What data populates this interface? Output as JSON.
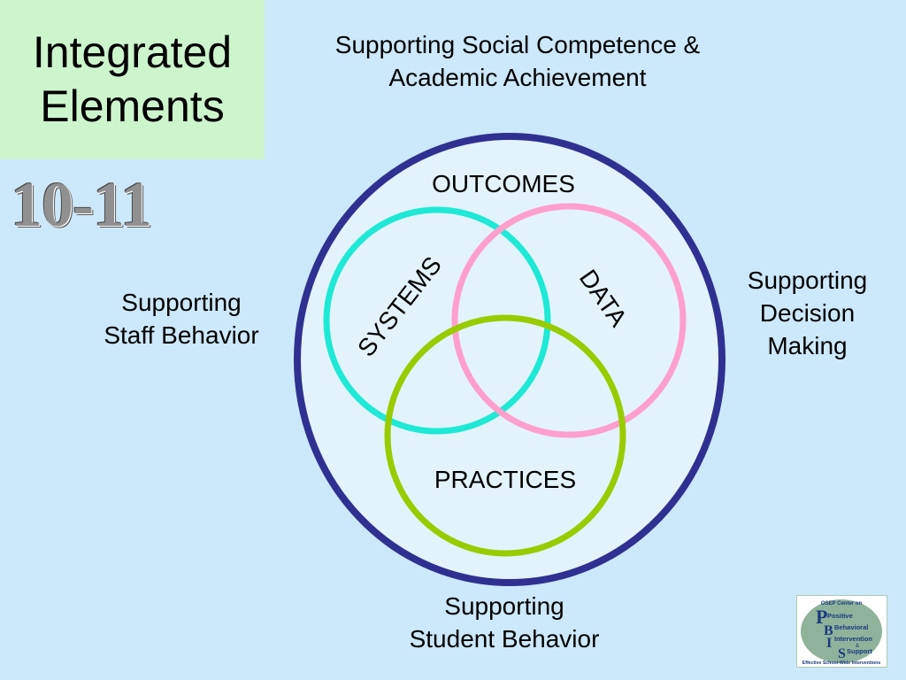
{
  "title": {
    "line1": "Integrated",
    "line2": "Elements"
  },
  "code_label": "10-11",
  "captions": {
    "top_line1": "Supporting Social Competence &",
    "top_line2": "Academic Achievement",
    "left_line1": "Supporting",
    "left_line2": "Staff Behavior",
    "right_line1": "Supporting",
    "right_line2": "Decision",
    "right_line3": "Making",
    "bottom_line1": "Supporting",
    "bottom_line2": "Student Behavior"
  },
  "diagram": {
    "outer_label": "OUTCOMES",
    "systems_label": "SYSTEMS",
    "data_label": "DATA",
    "practices_label": "PRACTICES",
    "colors": {
      "outer_ring": "#2e3191",
      "outer_fill": "#e3f3fc",
      "systems": "#1de9d5",
      "data": "#ff9fcc",
      "practices": "#99cc00"
    }
  },
  "logo": {
    "header": "OSEP Center on",
    "word1": "Positive",
    "word2": "Behavioral",
    "word3": "Intervention",
    "amp": "&",
    "word4": "Support",
    "footer": "Effective School-Wide Interventions",
    "letters": [
      "P",
      "B",
      "I",
      "S"
    ]
  }
}
